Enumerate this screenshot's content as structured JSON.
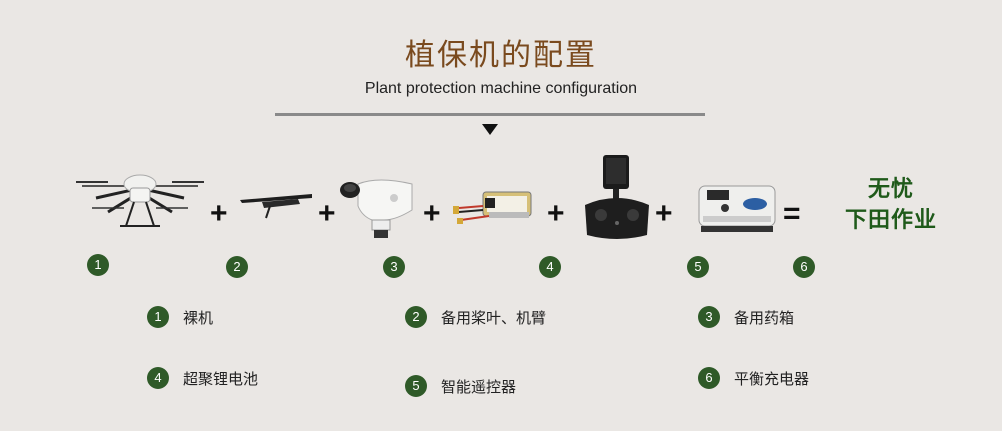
{
  "header": {
    "title": "植保机的配置",
    "subtitle": "Plant protection machine configuration"
  },
  "operators": {
    "plus": "+",
    "equals": "="
  },
  "slogan": {
    "line1": "无忧",
    "line2": "下田作业"
  },
  "badges": [
    "1",
    "2",
    "3",
    "4",
    "5",
    "6"
  ],
  "products": [
    {
      "num": "1",
      "name": "drone-image"
    },
    {
      "num": "2",
      "name": "spare-arm-image"
    },
    {
      "num": "3",
      "name": "tank-image"
    },
    {
      "num": "4",
      "name": "battery-image"
    },
    {
      "num": "5",
      "name": "remote-controller-image"
    },
    {
      "num": "6",
      "name": "balance-charger-image"
    }
  ],
  "legend": [
    {
      "num": "1",
      "label": "裸机"
    },
    {
      "num": "2",
      "label": "备用桨叶、机臂"
    },
    {
      "num": "3",
      "label": "备用药箱"
    },
    {
      "num": "4",
      "label": "超聚锂电池"
    },
    {
      "num": "5",
      "label": "智能遥控器"
    },
    {
      "num": "6",
      "label": "平衡充电器"
    }
  ],
  "colors": {
    "background": "#eae7e4",
    "title": "#7a4a1e",
    "badge": "#2f5a28",
    "slogan": "#1f5a1a"
  }
}
